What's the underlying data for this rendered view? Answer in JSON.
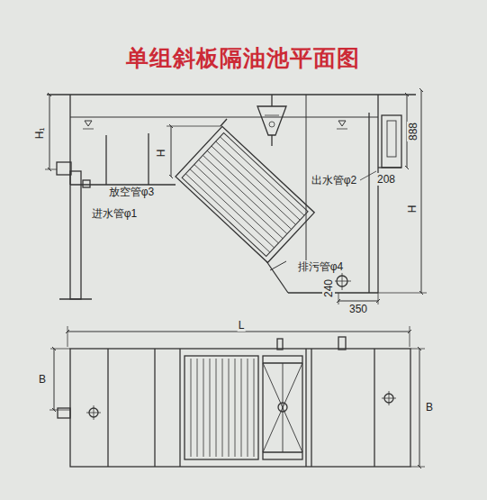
{
  "diagram": {
    "title": "单组斜板隔油池平面图",
    "labels": [
      "H₁",
      "H",
      "888",
      "放空管φ3",
      "出水管φ2",
      "208",
      "进水管φ1",
      "H",
      "排污管φ4",
      "240",
      "350",
      "L",
      "B",
      "B"
    ]
  }
}
